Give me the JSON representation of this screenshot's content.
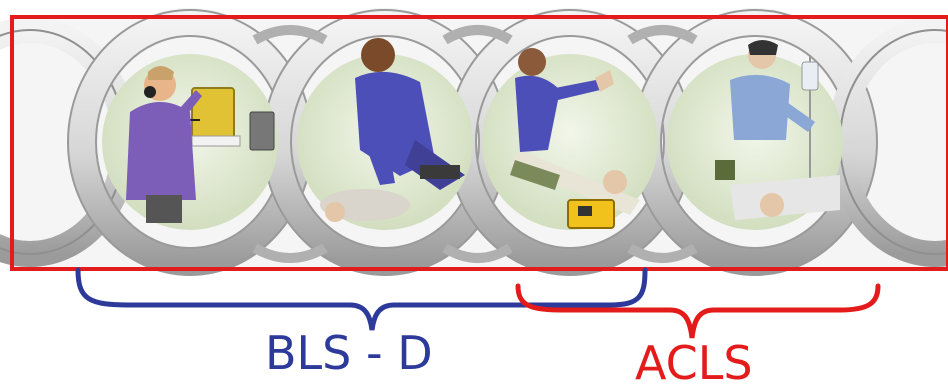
{
  "labels": {
    "bls": "BLS - D",
    "acls": "ACLS"
  },
  "colors": {
    "frame": "#e41b1b",
    "bls": "#2d3a9a",
    "acls": "#e41b1b",
    "chain_light": "#e6e6e6",
    "chain_mid": "#b9b9b9",
    "chain_dark": "#8a8a8a",
    "scene_bg": "#dfe8cf",
    "uniform_blue": "#4d4fb8"
  },
  "scenes": [
    {
      "id": "early-call",
      "icon": "phone-call-icon"
    },
    {
      "id": "cpr",
      "icon": "cpr-compressions-icon"
    },
    {
      "id": "defibrillation",
      "icon": "aed-defibrillator-icon"
    },
    {
      "id": "advanced-care",
      "icon": "iv-drip-care-icon"
    }
  ]
}
